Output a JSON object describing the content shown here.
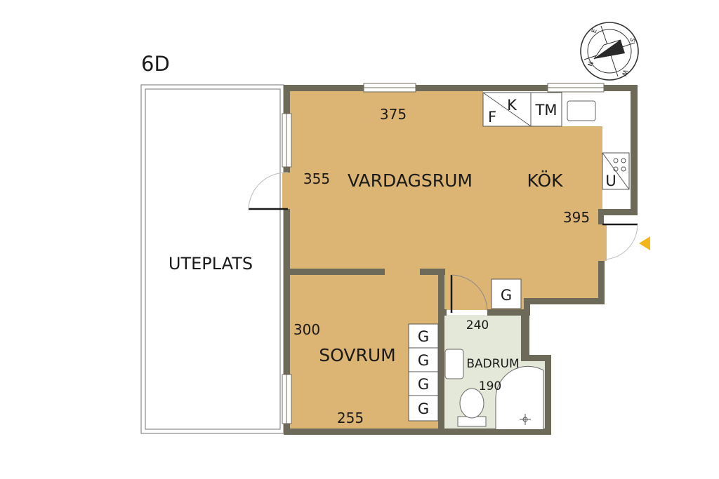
{
  "plan": {
    "unit_id": "6D",
    "rooms": {
      "living": "VARDAGSRUM",
      "kitchen": "KÖK",
      "bedroom": "SOVRUM",
      "bathroom": "BADRUM",
      "patio": "UTEPLATS"
    },
    "measurements": {
      "living_top": "375",
      "living_left": "355",
      "kitchen_right": "395",
      "bedroom_left": "300",
      "bedroom_bottom": "255",
      "bath_top": "240",
      "bath_inner": "190"
    },
    "fixtures": {
      "fridge": "F",
      "freezer": "K",
      "dishwasher": "TM",
      "oven": "U",
      "wardrobe": "G"
    },
    "compass": {
      "n": "N",
      "e": "E",
      "s": "S",
      "w": "W"
    },
    "colors": {
      "floor": "#dcb574",
      "bath_floor": "#e4e8d9",
      "wall": "#6d6a5a",
      "entrance_arrow": "#f2b51a"
    }
  }
}
